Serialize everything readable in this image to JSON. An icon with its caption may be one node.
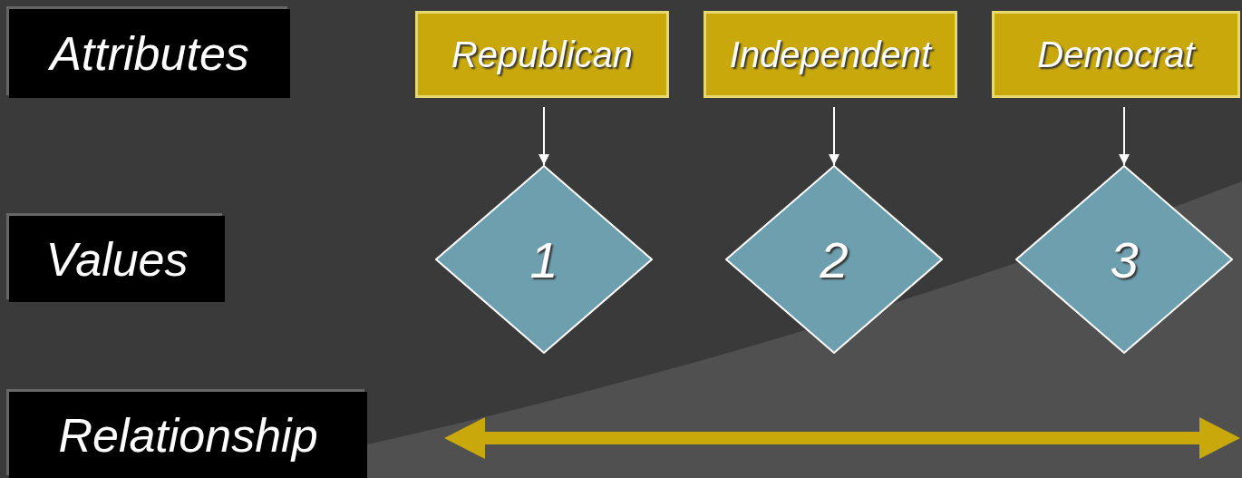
{
  "diagram": {
    "nodes": [
      {
        "text": [
          "Attributes"
        ]
      },
      {
        "text": [
          "Republican"
        ]
      },
      {
        "text": [
          "Independent"
        ]
      },
      {
        "text": [
          "Democrat"
        ]
      },
      {
        "text": [
          "Values"
        ]
      },
      {
        "text": [
          "1"
        ]
      },
      {
        "text": [
          "2"
        ]
      },
      {
        "text": [
          "3"
        ]
      },
      {
        "text": [
          "Relationship"
        ]
      }
    ],
    "edges": [
      {
        "from": 1,
        "to": 5,
        "arrow": "to"
      },
      {
        "from": 2,
        "to": 6,
        "arrow": "to"
      },
      {
        "from": 3,
        "to": 7,
        "arrow": "to"
      }
    ]
  }
}
